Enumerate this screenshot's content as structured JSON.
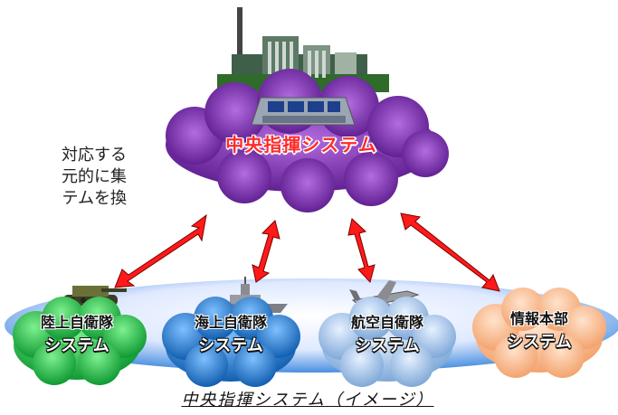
{
  "side_text": [
    "対応する",
    "元的に集",
    "テムを換"
  ],
  "central": {
    "label": "中央指揮システム"
  },
  "subsystems": [
    {
      "line1": "陸上自衛隊",
      "line2": "システム"
    },
    {
      "line1": "海上自衛隊",
      "line2": "システム"
    },
    {
      "line1": "航空自衛隊",
      "line2": "システム"
    },
    {
      "line1": "情報本部",
      "line2": "システム"
    }
  ],
  "caption": "中央指揮システム（イメージ）",
  "colors": {
    "central_cloud": "#7a2ea6",
    "arrow": "#ff1a1a",
    "gsdf_cloud": "#22b14c",
    "msdf_cloud": "#1f77c9",
    "asdf_cloud": "#8fb6e0",
    "dih_cloud": "#f7b98a",
    "ground": "#4a8fe0"
  },
  "icons": [
    "buildings-icon",
    "command-room-icon",
    "tank-icon",
    "warship-icon",
    "aircraft-icon"
  ]
}
